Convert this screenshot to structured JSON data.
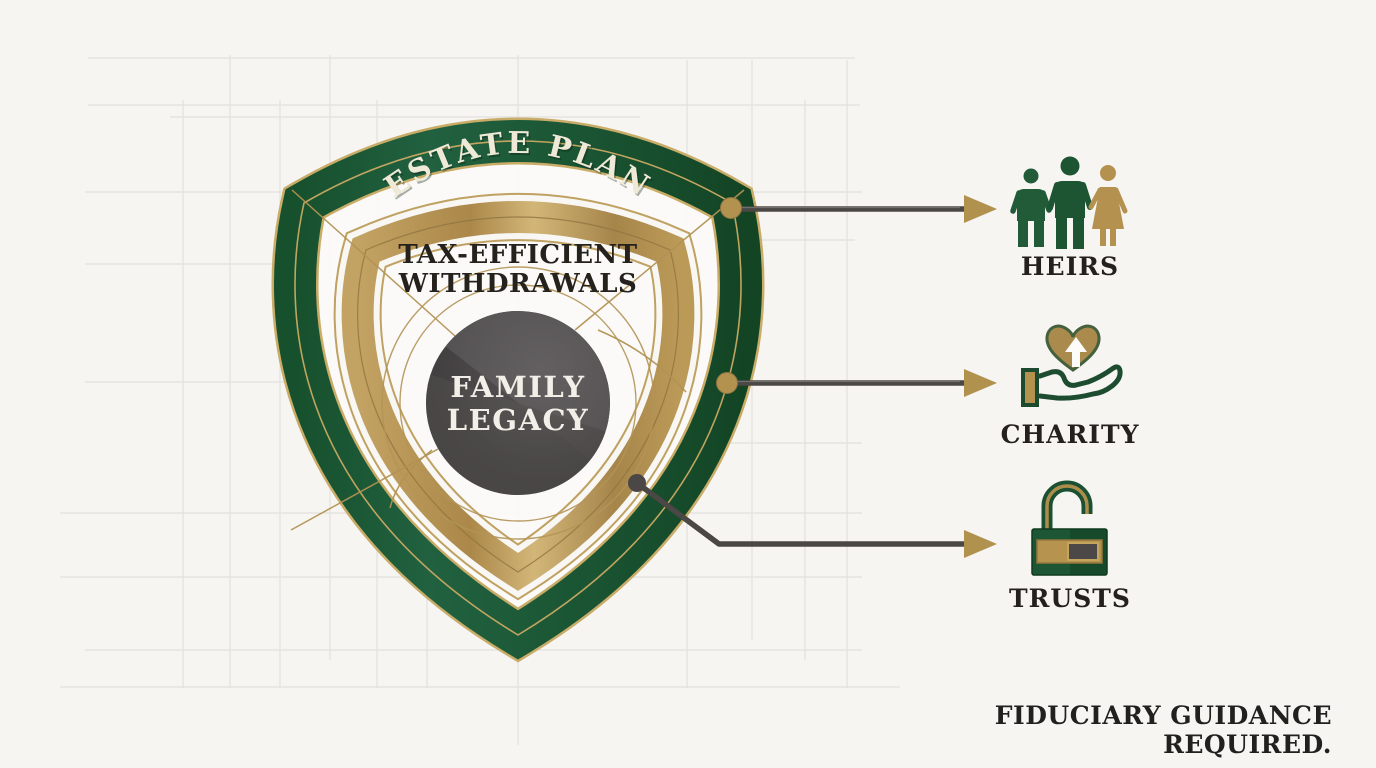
{
  "shield": {
    "band_label": "ESTATE PLAN",
    "mid_line1": "TAX-EFFICIENT",
    "mid_line2": "WITHDRAWALS",
    "core_line1": "FAMILY",
    "core_line2": "LEGACY"
  },
  "callouts": [
    {
      "label": "HEIRS",
      "icon": "family-heirs-icon"
    },
    {
      "label": "CHARITY",
      "icon": "giving-hand-heart-icon"
    },
    {
      "label": "TRUSTS",
      "icon": "open-padlock-icon"
    }
  ],
  "footnote": "FIDUCIARY GUIDANCE REQUIRED.",
  "colors": {
    "background": "#f6f5f2",
    "grid_line": "#d9d7d2",
    "green_band": "#1d5a36",
    "gold_band": "#bb9c5e",
    "gold_line": "#b29253",
    "core_gray": "#4b4849",
    "arrow_gray": "#4a4744",
    "text_dark": "#24211d",
    "text_cream": "#efe9d8"
  }
}
